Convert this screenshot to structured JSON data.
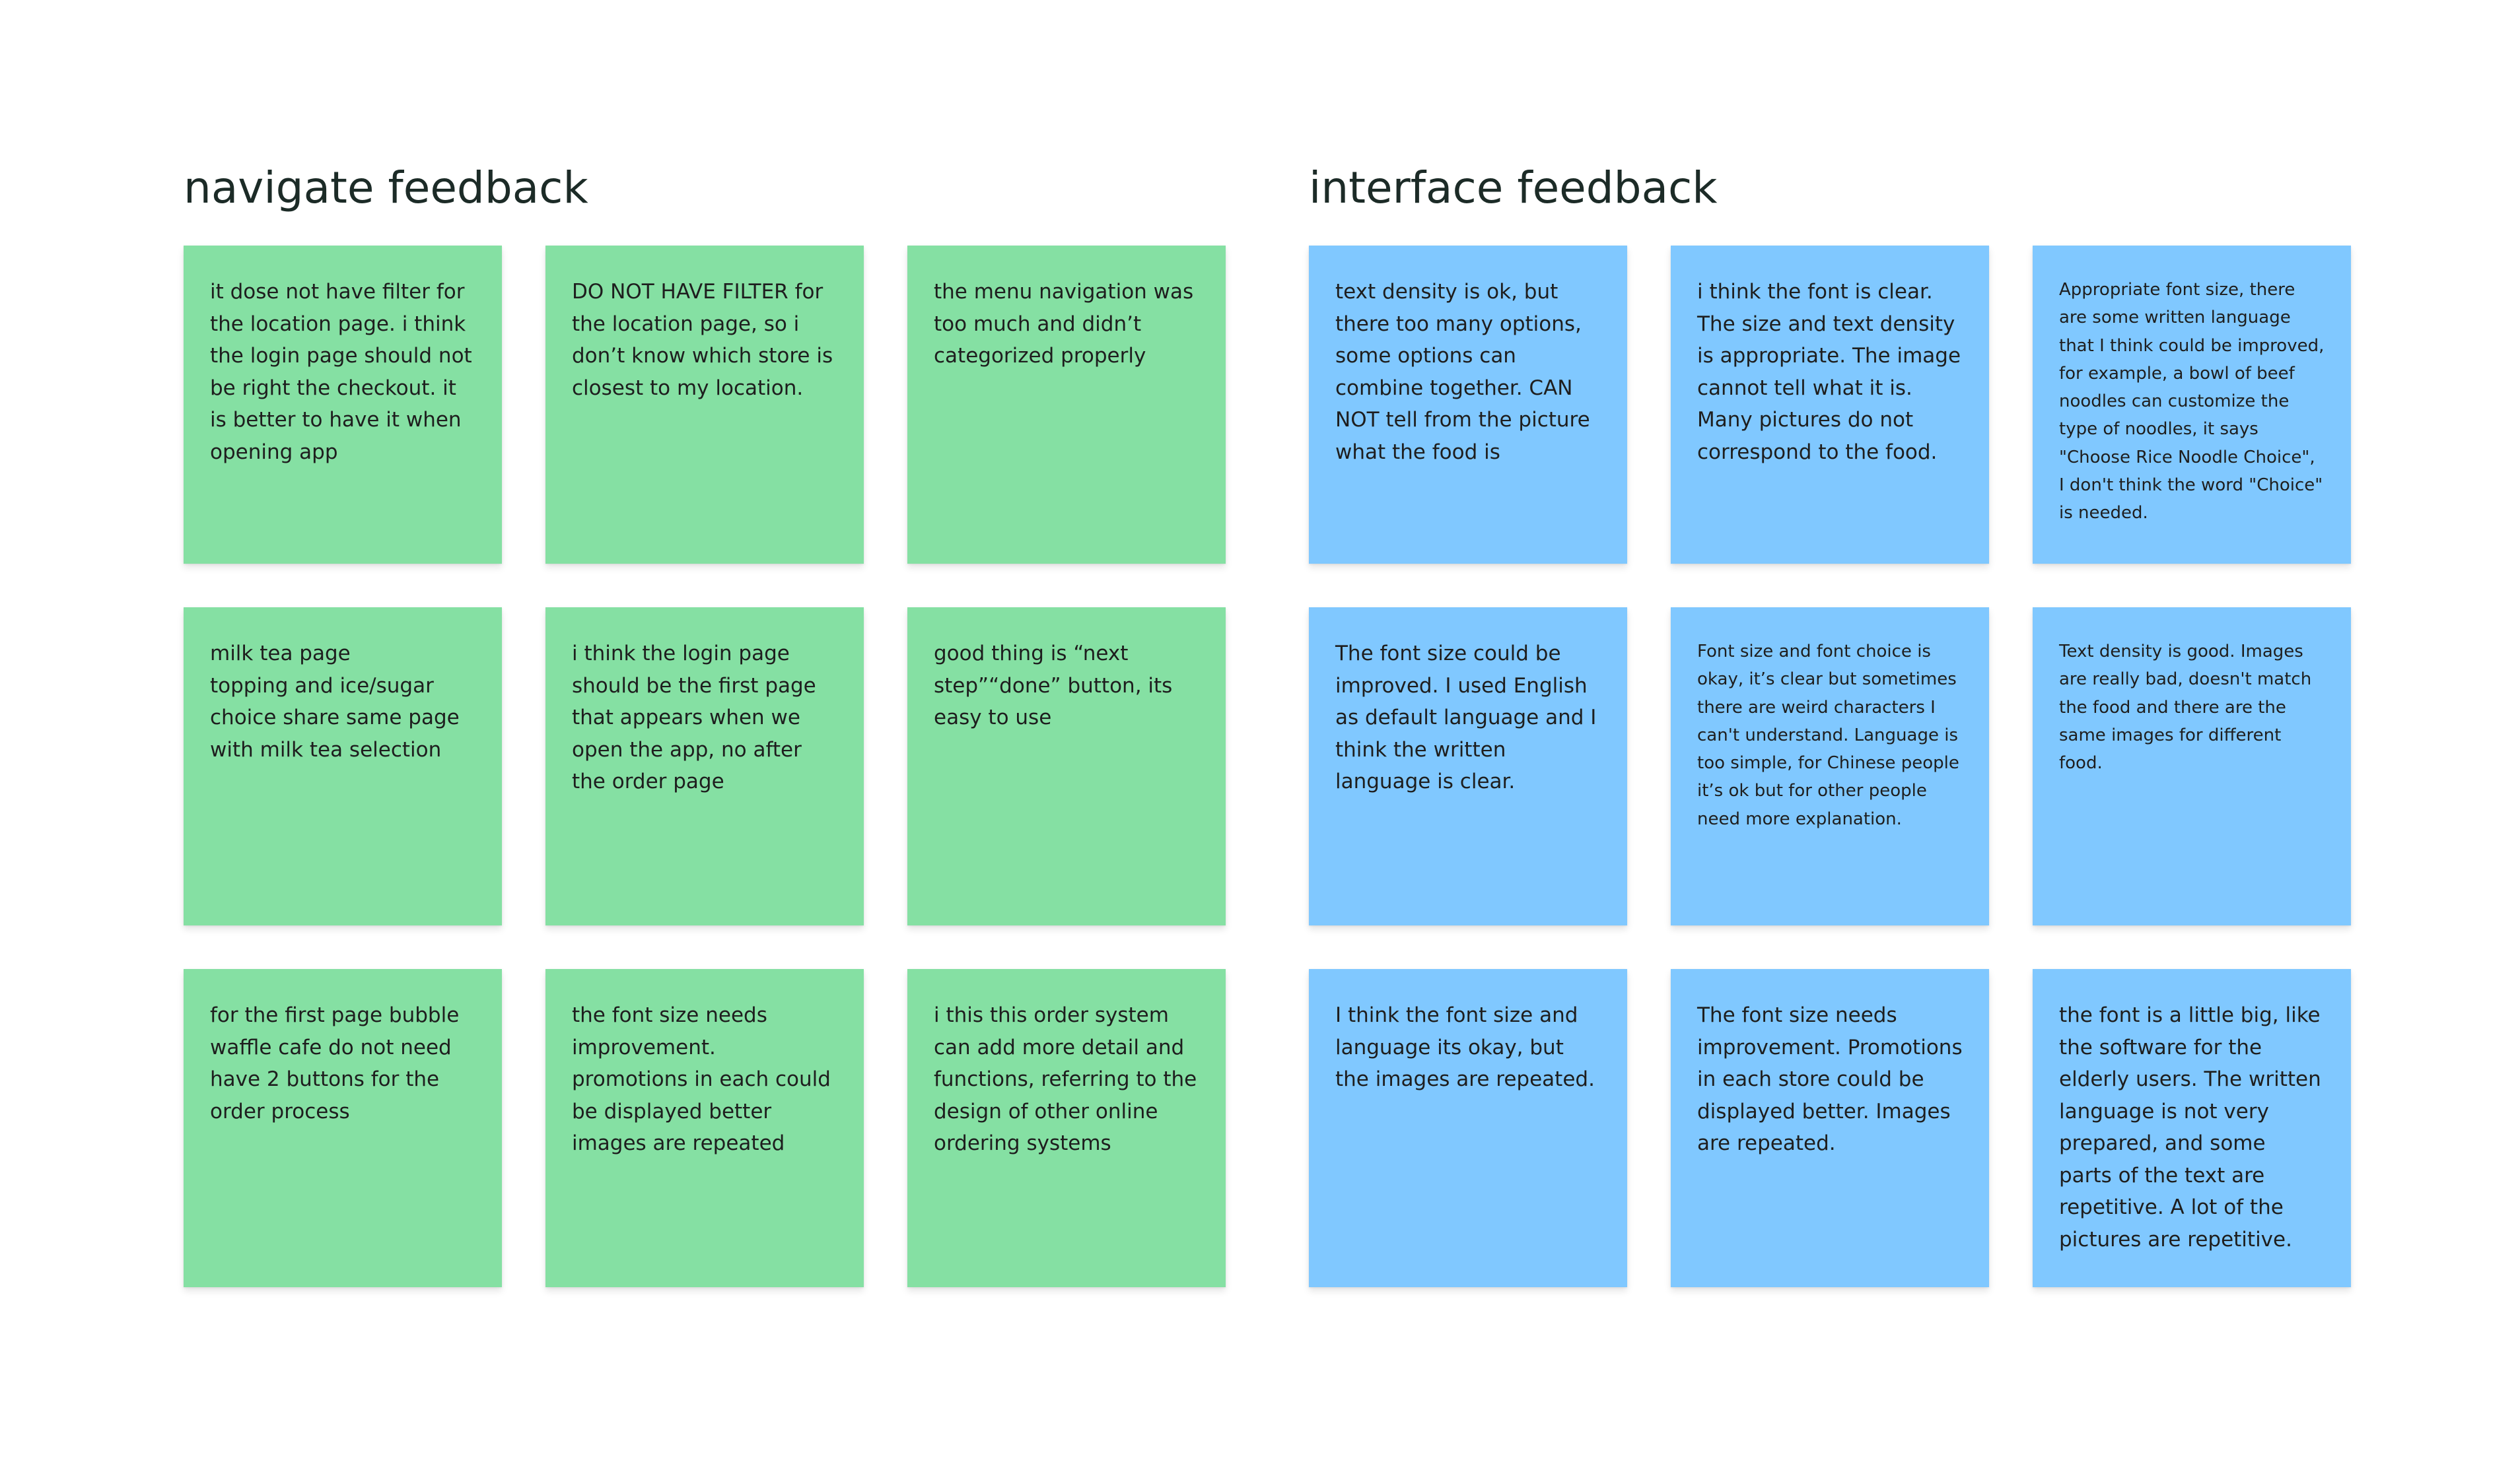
{
  "sections": {
    "navigate": {
      "title": "navigate feedback",
      "color": "#85e0a3",
      "notes": [
        "it dose not have filter for the location page. i think the login page should not be right the checkout. it is better to have it when opening app",
        "DO NOT HAVE FILTER for the location page, so i don’t know which store is closest to my location.",
        "the menu navigation was too much and didn’t categorized properly",
        "milk tea page\ntopping and ice/sugar choice share same page with milk tea selection",
        "i think the login page should be the first page that appears when we open the app, no after the order page",
        "good thing is “next step”“done” button, its easy to use",
        "for the first page bubble waffle cafe do not need have 2 buttons for the order process",
        "the font size needs improvement. promotions in each could be displayed better images are repeated",
        "i this this order system can add more detail and functions, referring to the design of other online ordering systems"
      ]
    },
    "interface": {
      "title": "interface feedback",
      "color": "#80c8ff",
      "notes": [
        "text density is ok, but there too many options, some options can combine together. CAN NOT tell from the picture what the food is",
        "i think the font is clear. The size and text density is appropriate. The image cannot tell what it is. Many pictures do not correspond to the food.",
        "Appropriate font size, there are some written language that I think could be improved, for example, a bowl of beef noodles can customize the type of noodles, it says \"Choose Rice Noodle Choice\", I don't think the word \"Choice\" is needed.",
        "The font size could be improved. I used English as default language and I think the written language is clear.",
        "Font size and font choice is okay, it’s clear but sometimes there are weird characters I can't understand. Language is too simple, for Chinese people it’s ok but for other people need more explanation.",
        "Text density is good. Images are really bad, doesn't match the food and there are the same images for different food.",
        "I think the font size and language its okay, but the images are repeated.",
        "The font size needs improvement. Promotions in each store could be displayed better. Images are repeated.",
        "the font is a little big, like the software for the elderly users. The written language is not very prepared, and some parts of the text are repetitive. A lot of the pictures are repetitive."
      ]
    }
  }
}
